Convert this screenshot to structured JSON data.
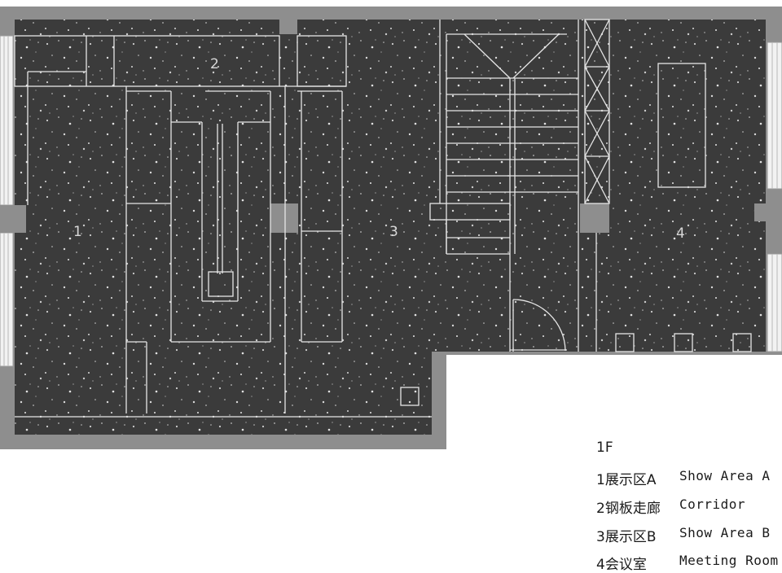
{
  "plan": {
    "rooms": [
      {
        "number": "1"
      },
      {
        "number": "2"
      },
      {
        "number": "3"
      },
      {
        "number": "4"
      }
    ]
  },
  "legend": {
    "floor": "1F",
    "items": [
      {
        "cn": "1展示区A",
        "en": "Show Area A"
      },
      {
        "cn": "2钢板走廊",
        "en": "Corridor"
      },
      {
        "cn": "3展示区B",
        "en": "Show Area B"
      },
      {
        "cn": "4会议室",
        "en": "Meeting Room"
      }
    ]
  },
  "colors": {
    "wall": "#8e8e8e",
    "floor": "#3b3b3b",
    "lines": "#e6e6e6",
    "speckle": "#cfcfcf"
  }
}
